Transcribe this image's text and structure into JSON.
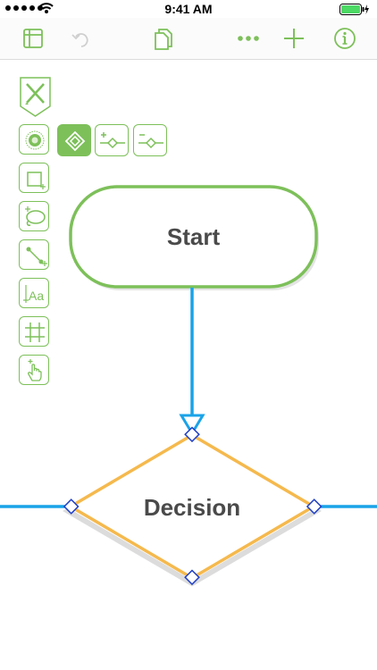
{
  "status_bar": {
    "time": "9:41 AM"
  },
  "toolbar": {
    "icons": [
      "sidebar-icon",
      "undo-icon",
      "documents-icon",
      "more-icon",
      "add-icon",
      "info-icon"
    ]
  },
  "diagram": {
    "nodes": [
      {
        "id": "start",
        "label": "Start",
        "shape": "rounded-rect",
        "stroke": "#7dc05a"
      },
      {
        "id": "decision",
        "label": "Decision",
        "shape": "diamond",
        "stroke": "#f5b94d",
        "selected": true
      }
    ]
  },
  "colors": {
    "accent": "#7dc05a",
    "connector": "#1aa3e8",
    "selection": "#f5b94d",
    "handle": "#1f3fc7",
    "label_text": "#4a4a4a"
  }
}
